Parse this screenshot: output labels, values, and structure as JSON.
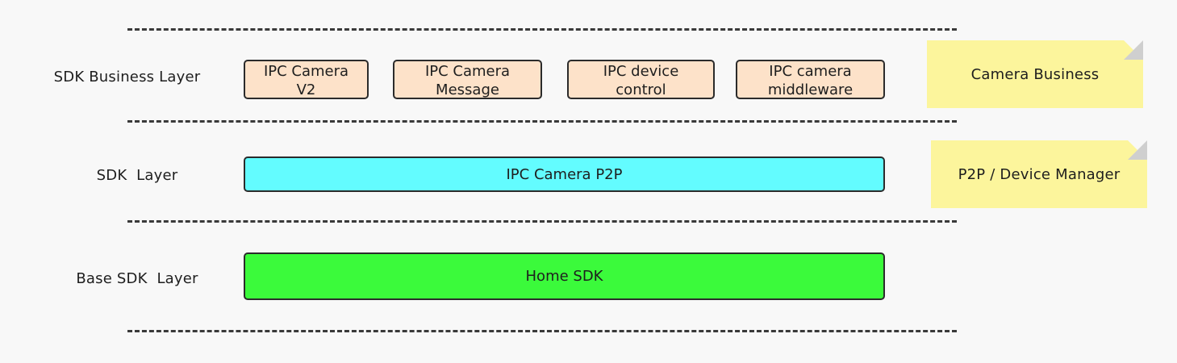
{
  "layers": {
    "business": {
      "label": "SDK Business Layer",
      "modules": [
        {
          "line1": "IPC Camera",
          "line2": "V2"
        },
        {
          "line1": "IPC Camera",
          "line2": "Message"
        },
        {
          "line1": "IPC device",
          "line2": "control"
        },
        {
          "line1": "IPC camera",
          "line2": "middleware"
        }
      ],
      "note": "Camera Business"
    },
    "sdk": {
      "label": "SDK  Layer",
      "bar": "IPC Camera P2P",
      "note": "P2P / Device Manager"
    },
    "base": {
      "label": "Base SDK  Layer",
      "bar": "Home SDK"
    }
  },
  "colors": {
    "background": "#f8f8f8",
    "module_fill": "#fde2c9",
    "p2p_fill": "#63fcff",
    "home_sdk_fill": "#3bfa3b",
    "note_fill": "#fcf59c",
    "note_fold": "#cfcfcf",
    "divider": "#3a3a3a"
  }
}
